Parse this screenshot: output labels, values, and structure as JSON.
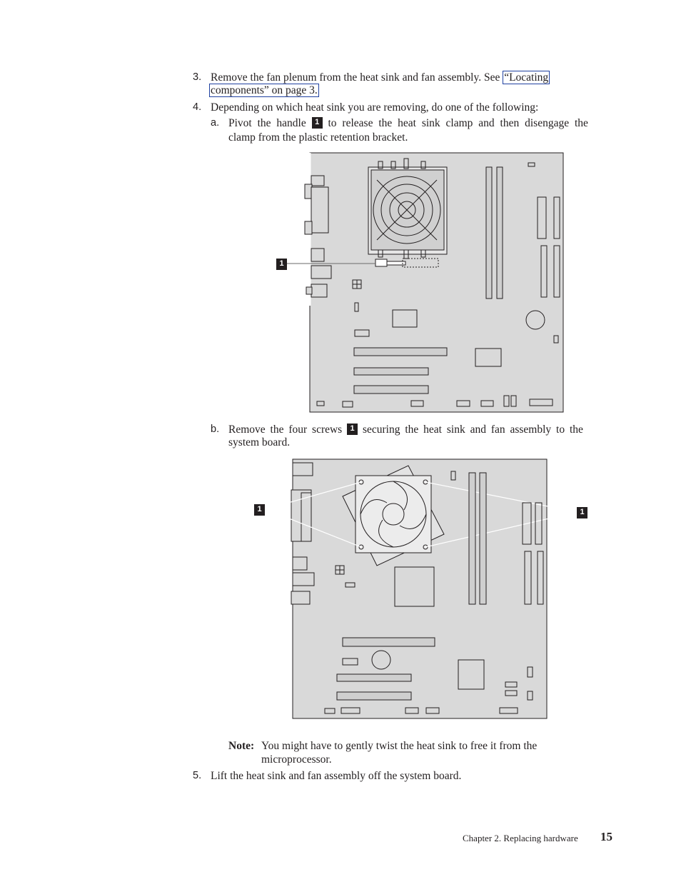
{
  "steps": {
    "step3": {
      "num": "3.",
      "line1_pre": "Remove the fan plenum from the heat sink and fan assembly. See",
      "link_line1": "“Locating",
      "link_line2": "components” on page 3."
    },
    "step4": {
      "num": "4.",
      "text": "Depending on which heat sink you are removing, do one of the following:"
    },
    "step4a": {
      "letter": "a.",
      "line1_pre": "Pivot the handle",
      "callout": "1",
      "line1_post": "to release the heat sink clamp and then disengage the",
      "line2": "clamp from the plastic retention bracket."
    },
    "step4b": {
      "letter": "b.",
      "line1_pre": "Remove the four screws",
      "callout": "1",
      "line1_post": "securing the heat sink and fan assembly to the",
      "line2": "system board."
    },
    "note": {
      "label": "Note:",
      "line1": "You might have to gently twist the heat sink to free it from the",
      "line2": "microprocessor."
    },
    "step5": {
      "num": "5.",
      "text": "Lift the heat sink and fan assembly off the system board."
    }
  },
  "figures": {
    "fig1_callout": "1",
    "fig2_callout_left": "1",
    "fig2_callout_right": "1"
  },
  "footer": {
    "chapter": "Chapter 2. Replacing hardware",
    "page": "15"
  },
  "colors": {
    "board_fill": "#d9d9d9",
    "line": "#231f20",
    "link_border": "#1f40a0"
  }
}
